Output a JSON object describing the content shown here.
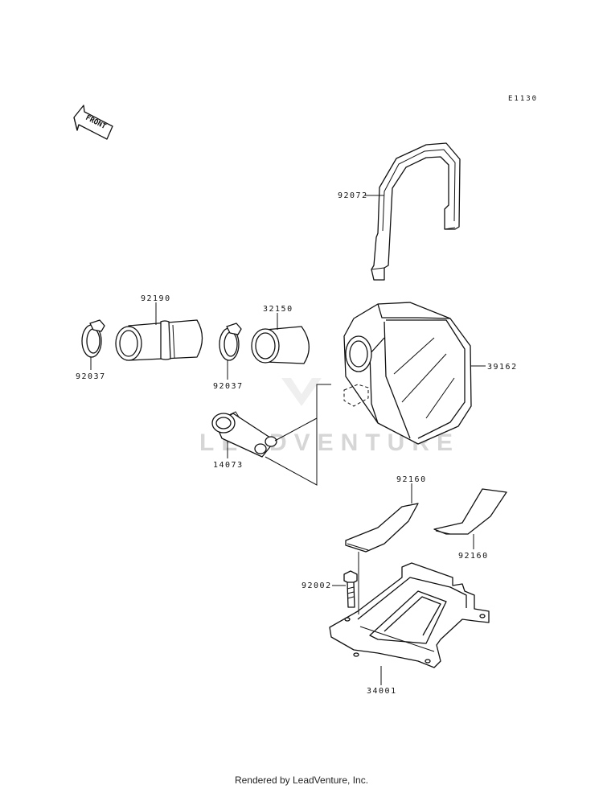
{
  "diagram": {
    "code": "E1130",
    "front_label": "FRONT",
    "watermark": "LEADVENTURE",
    "footer": "Rendered by LeadVenture, Inc.",
    "parts": {
      "p92072": "92072",
      "p92190": "92190",
      "p32150": "32150",
      "p92037_left": "92037",
      "p92037_mid": "92037",
      "p39162": "39162",
      "p14073": "14073",
      "p92160_top": "92160",
      "p92160_right": "92160",
      "p92002": "92002",
      "p34001": "34001"
    }
  }
}
